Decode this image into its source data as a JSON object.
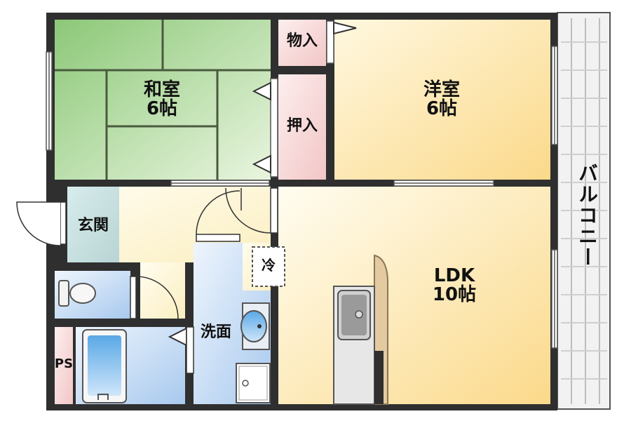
{
  "rooms": {
    "washitsu": {
      "name": "和室",
      "size": "6帖"
    },
    "youshitsu": {
      "name": "洋室",
      "size": "6帖"
    },
    "ldk": {
      "name": "LDK",
      "size": "10帖"
    },
    "monoire": {
      "name": "物入"
    },
    "oshiire": {
      "name": "押入"
    },
    "genkan": {
      "name": "玄関"
    },
    "senmen": {
      "name": "洗面"
    },
    "ps": {
      "name": "PS"
    },
    "rei": {
      "name": "冷"
    },
    "balcony": {
      "name": "バルコニー"
    }
  },
  "colors": {
    "wall": "#2f2f2f",
    "tatami": "#9fcf86",
    "tatami_line": "#4a5a3e",
    "floor_warm": "#fbe7a8",
    "storage_pink": "#f7d9d9",
    "bath_blue": "#bcd7f3",
    "entrance_teal": "#cfe4e4",
    "balcony_grey": "#e8e8e8"
  }
}
